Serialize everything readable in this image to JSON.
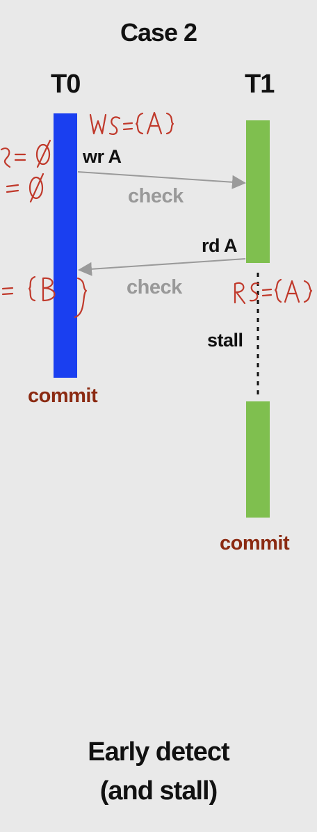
{
  "title": "Case 2",
  "threads": {
    "t0": {
      "label": "T0",
      "commit": "commit"
    },
    "t1": {
      "label": "T1",
      "commit": "commit"
    }
  },
  "operations": {
    "write": "wr A",
    "read": "rd A",
    "stall": "stall"
  },
  "messages": {
    "check_forward": "check",
    "check_backward": "check"
  },
  "caption": {
    "line1": "Early detect",
    "line2": "(and stall)"
  },
  "colors": {
    "t0_bar": "#1a3ff0",
    "t1_bar": "#7fbf4f",
    "commit_text": "#8b2a12",
    "check_text": "#999999",
    "annotation_ink": "#c0392b"
  }
}
